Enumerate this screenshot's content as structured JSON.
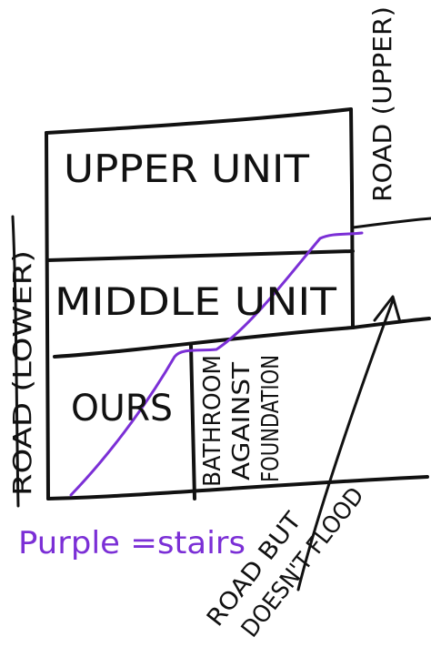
{
  "labels": {
    "upper_unit": "UPPER UNIT",
    "middle_unit": "MIDDLE UNIT",
    "ours": "OURS",
    "bathroom_line1": "BATHROOM",
    "bathroom_line2": "AGAINST",
    "bathroom_line3": "FOUNDATION",
    "road_upper": "ROAD (UPPER)",
    "road_lower": "ROAD (LOWER)",
    "road_note_line1": "ROAD BUT",
    "road_note_line2": "DOESN'T FLOOD",
    "legend": "Purple =stairs"
  },
  "colors": {
    "ink": "#111111",
    "stairs": "#7b2fd6",
    "background": "#ffffff"
  }
}
